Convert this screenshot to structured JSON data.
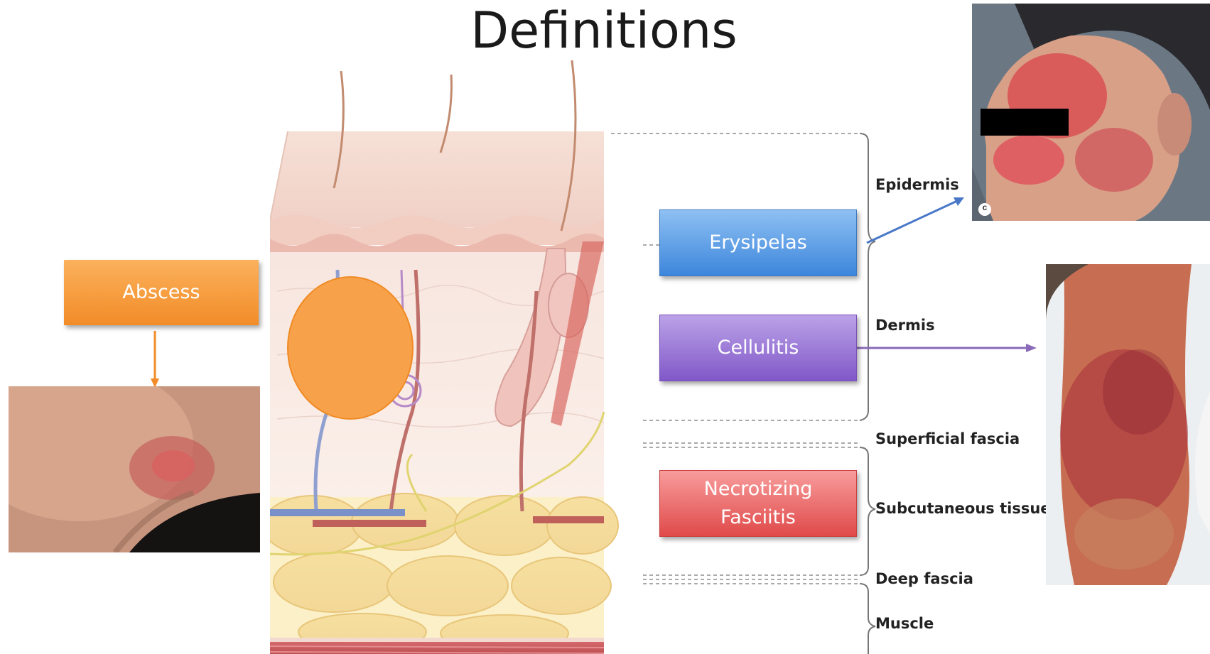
{
  "title": "Definitions",
  "boxes": {
    "abscess": "Abscess",
    "erysipelas": "Erysipelas",
    "cellulitis": "Cellulitis",
    "necrotizing_fasciitis": "Necrotizing\nFasciitis"
  },
  "layers": {
    "epidermis": "Epidermis",
    "dermis": "Dermis",
    "superficial_fascia": "Superficial fascia",
    "subcutaneous_tissue": "Subcutaneous tissue",
    "deep_fascia": "Deep fascia",
    "muscle": "Muscle"
  },
  "photo_badge": "c",
  "colors": {
    "abscess": "#f28c28",
    "erysipelas": "#3d86dc",
    "cellulitis": "#8058c8",
    "necrotizing_fasciitis": "#e04a4a",
    "erysipelas_arrow": "#4a78c8",
    "cellulitis_arrow": "#8a6ab8",
    "abscess_arrow": "#f28c28"
  },
  "icons": {
    "skin_diagram": "skin-cross-section-illustration",
    "face_photo": "facial-erysipelas-photo",
    "leg_photo": "leg-cellulitis-photo",
    "abscess_photo": "skin-abscess-photo"
  }
}
